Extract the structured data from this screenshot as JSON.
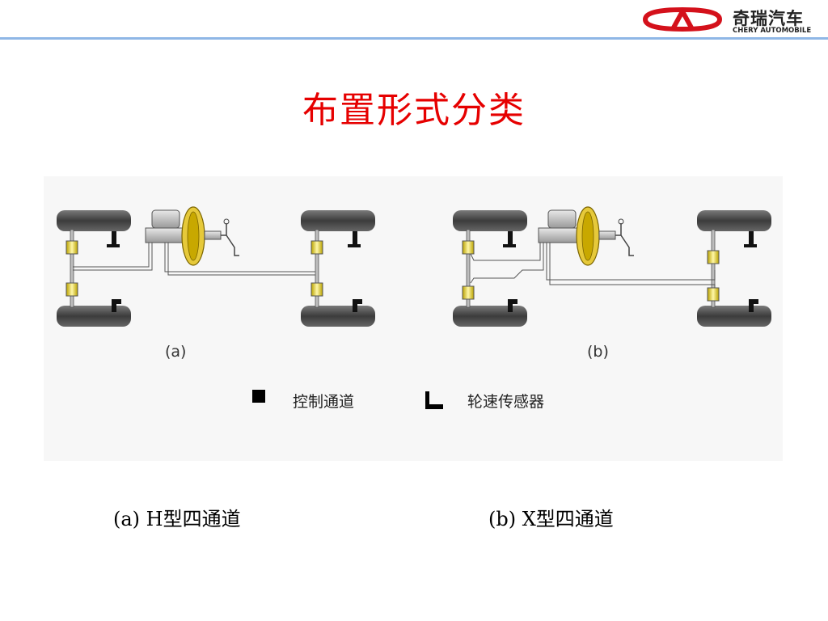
{
  "header": {
    "logo_cn": "奇瑞汽车",
    "logo_en": "CHERY AUTOMOBILE",
    "rule_color": "#8fb7e6",
    "logo_icon": "chery-logo-icon"
  },
  "title": "布置形式分类",
  "title_color": "#e60000",
  "figure": {
    "diagram_a_label": "(a)",
    "diagram_b_label": "(b)",
    "legend": {
      "control_channel": "控制通道",
      "wheel_speed_sensor": "轮速传感器"
    }
  },
  "captions": {
    "a": "(a) H型四通道",
    "b": "(b) X型四通道"
  }
}
